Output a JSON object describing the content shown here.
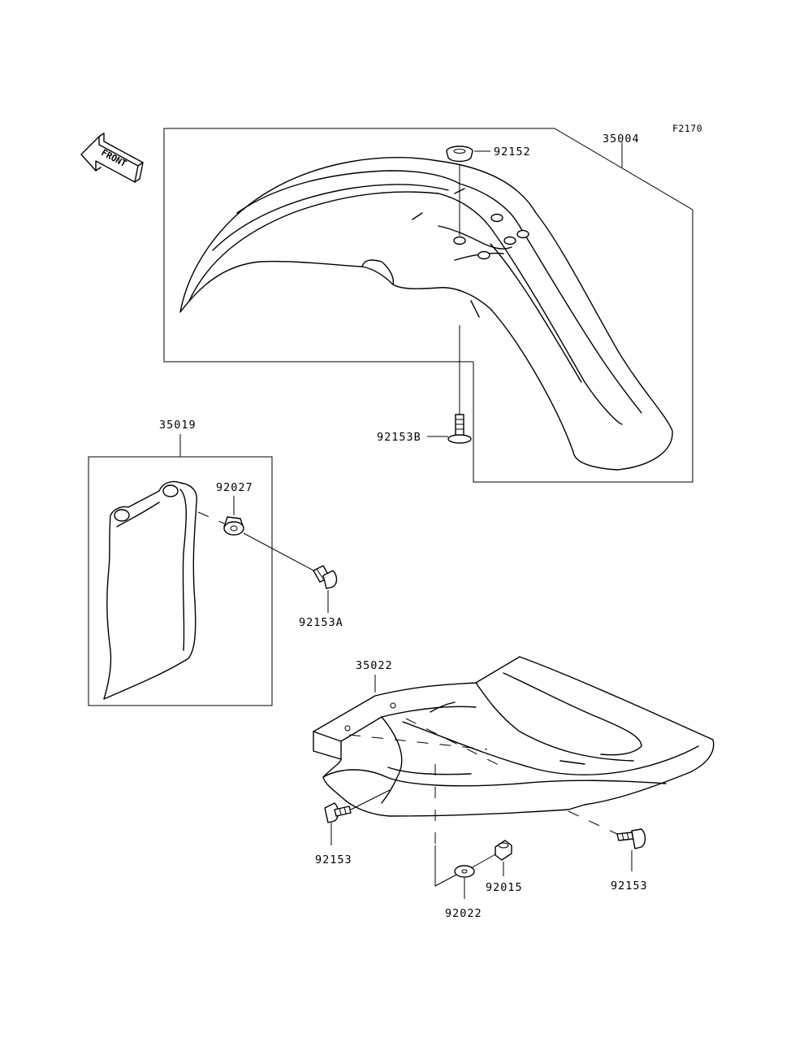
{
  "figure_code": "F2170",
  "direction_label": "FRONT",
  "parts": {
    "front_fender": "35004",
    "grommet": "92152",
    "front_fender_bolt": "92153B",
    "fender_flap": "35019",
    "flap_collar": "92027",
    "flap_bolt": "92153A",
    "rear_fender": "35022",
    "rear_bolt_left": "92153",
    "rear_bolt_right": "92153",
    "nut": "92015",
    "washer": "92022"
  }
}
